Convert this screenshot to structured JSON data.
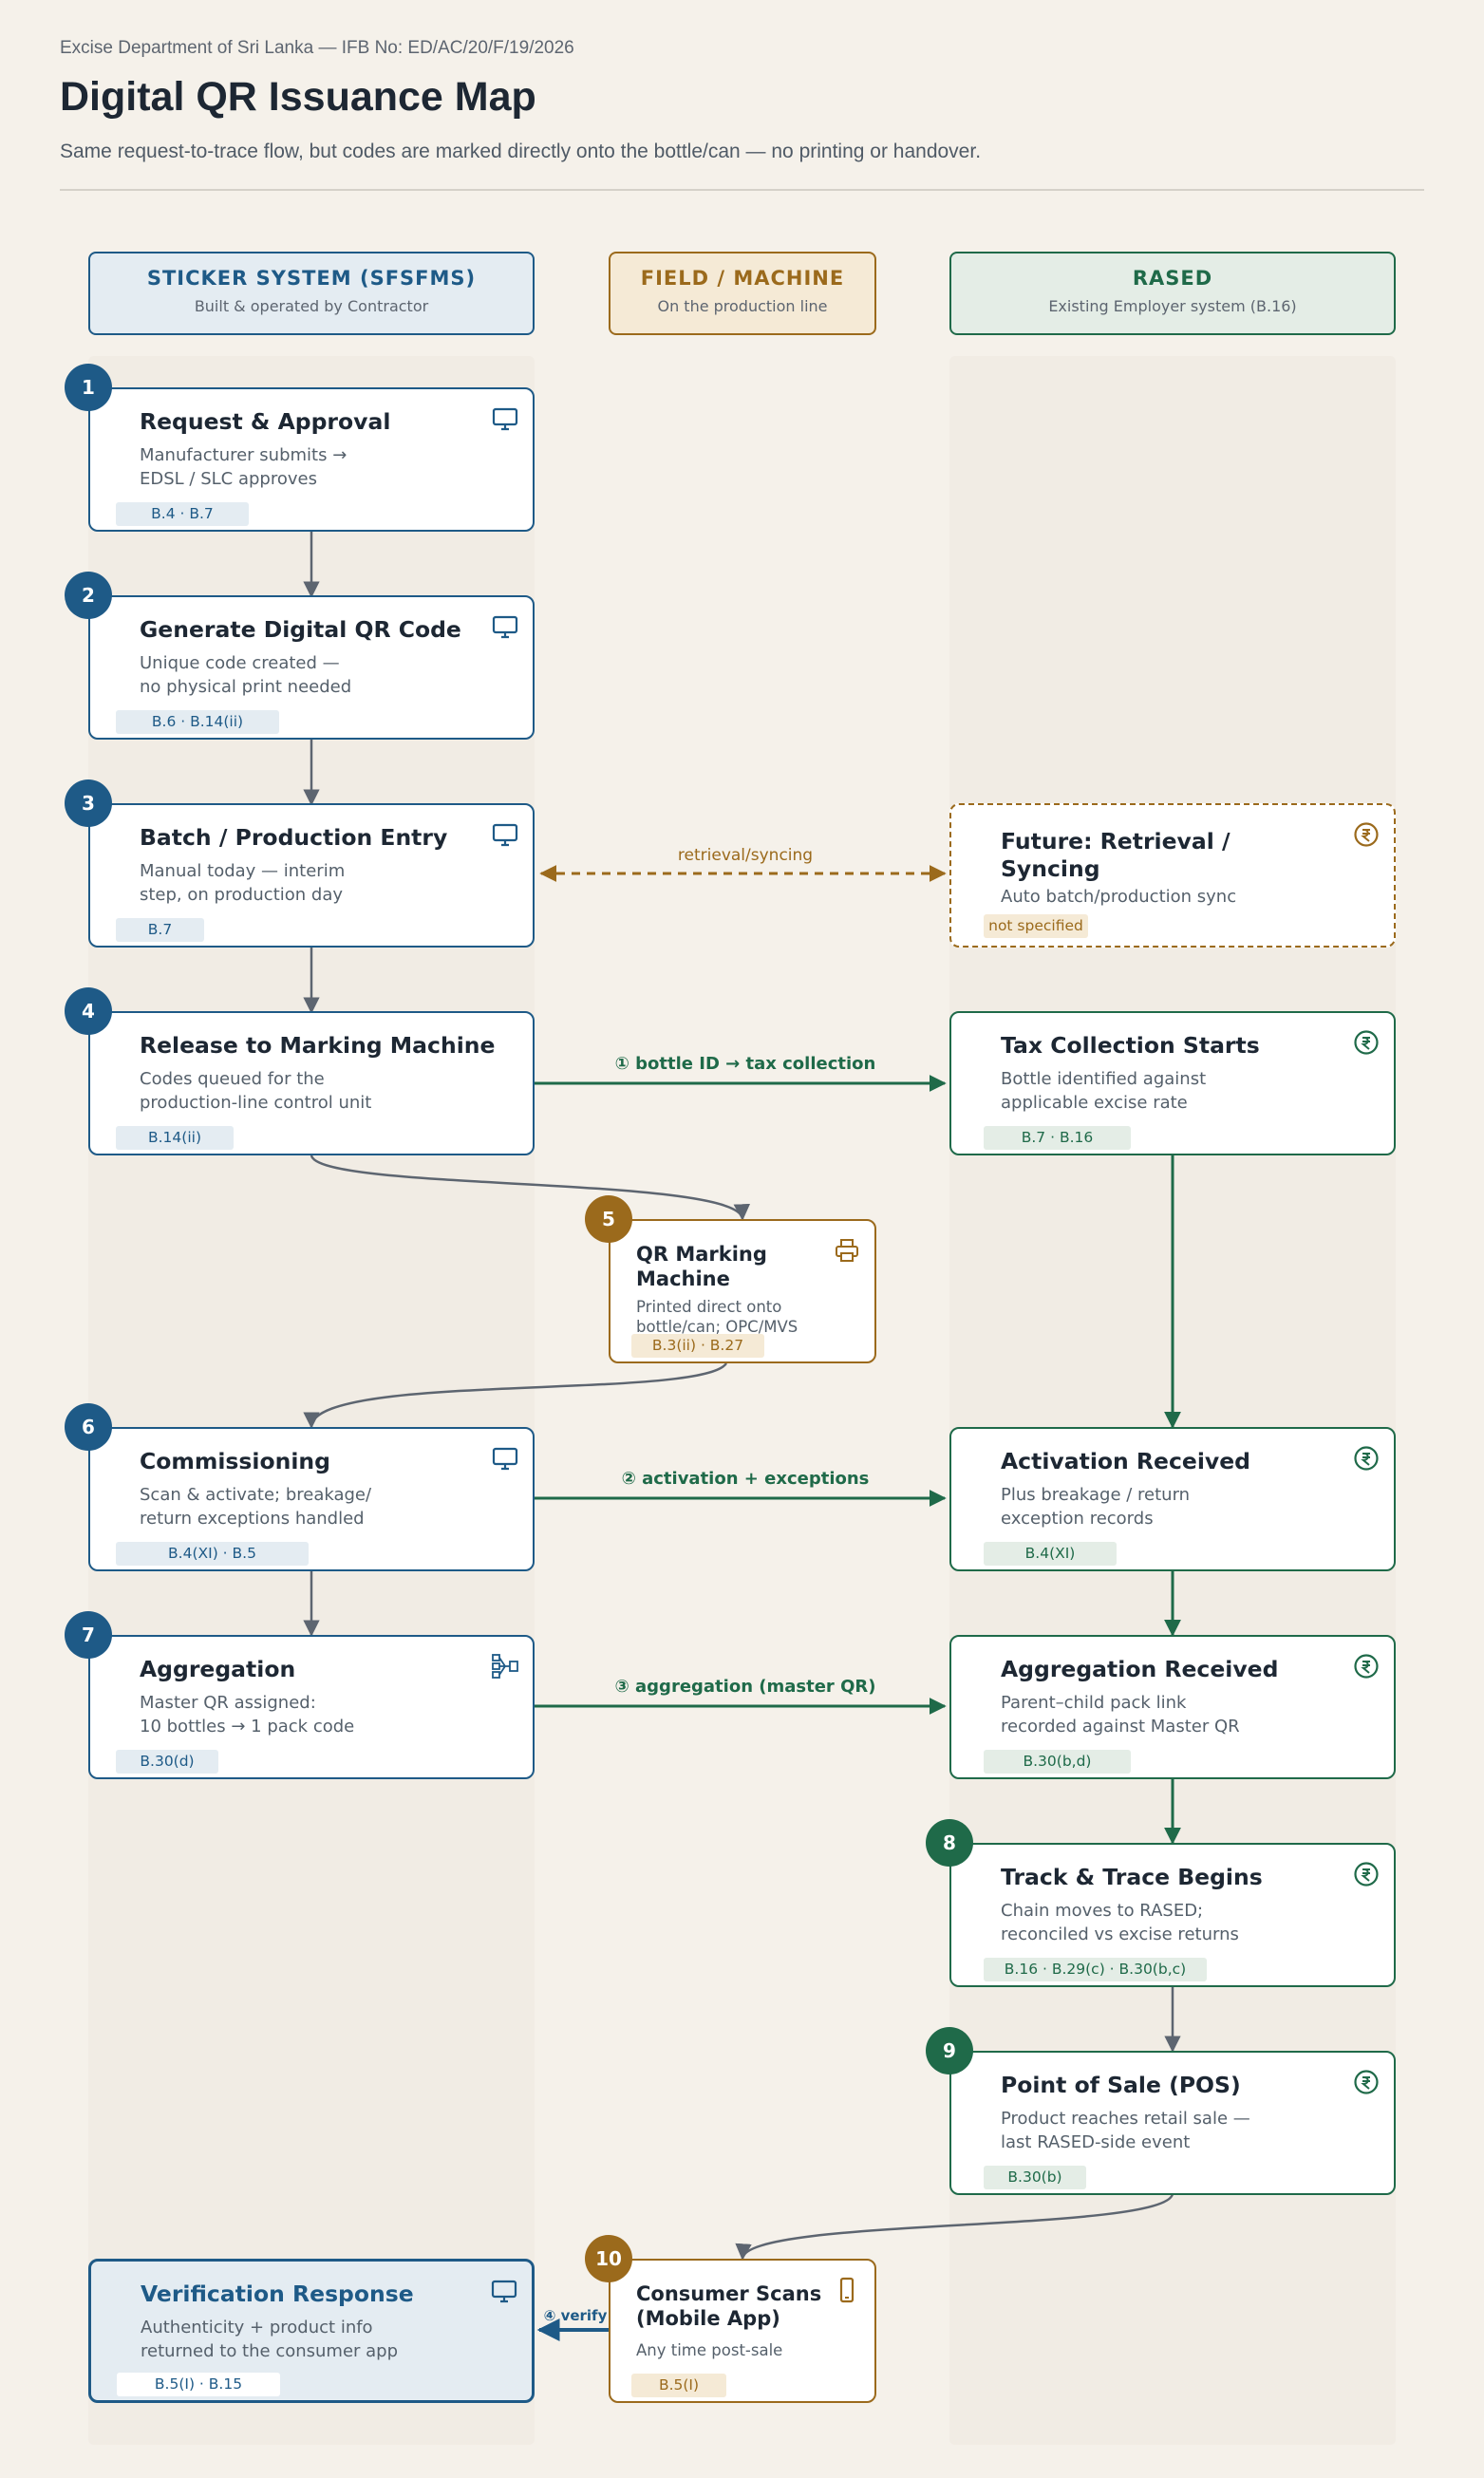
{
  "header": {
    "meta": "Excise Department of Sri Lanka — IFB No: ED/AC/20/F/19/2026",
    "title": "Digital QR Issuance Map",
    "subtitle": "Same request-to-trace flow, but codes are marked directly onto the bottle/can — no printing or handover."
  },
  "lanes": {
    "sticker": {
      "title": "STICKER SYSTEM (SFSFMS)",
      "subtitle": "Built & operated by Contractor",
      "color": "#1e5a87"
    },
    "field": {
      "title": "FIELD / MACHINE",
      "subtitle": "On the production line",
      "color": "#9b6a1c"
    },
    "rased": {
      "title": "RASED",
      "subtitle": "Existing Employer system (B.16)",
      "color": "#1f6a49"
    }
  },
  "nodes": {
    "n1": {
      "num": "1",
      "title": "Request & Approval",
      "desc1": "Manufacturer submits →",
      "desc2": "EDSL / SLC approves",
      "tag": "B.4 · B.7",
      "icon": "monitor-icon"
    },
    "n2": {
      "num": "2",
      "title": "Generate Digital QR Code",
      "desc1": "Unique code created —",
      "desc2": "no physical print needed",
      "tag": "B.6 · B.14(ii)",
      "icon": "monitor-icon"
    },
    "n3": {
      "num": "3",
      "title": "Batch / Production Entry",
      "desc1": "Manual today — interim",
      "desc2": "step, on production day",
      "tag": "B.7",
      "icon": "monitor-icon"
    },
    "future": {
      "title1": "Future: Retrieval /",
      "title2": "Syncing",
      "desc1": "Auto batch/production sync",
      "tag": "not specified",
      "icon": "rupee-coin-icon"
    },
    "n4": {
      "num": "4",
      "title": "Release to Marking Machine",
      "desc1": "Codes queued for the",
      "desc2": "production-line control unit",
      "tag": "B.14(ii)",
      "icon": ""
    },
    "tax": {
      "title": "Tax Collection Starts",
      "desc1": "Bottle identified against",
      "desc2": "applicable excise rate",
      "tag": "B.7 · B.16",
      "icon": "rupee-coin-icon"
    },
    "n5": {
      "num": "5",
      "title1": "QR Marking",
      "title2": "Machine",
      "desc1": "Printed direct onto",
      "desc2": "bottle/can; OPC/MVS",
      "tag": "B.3(ii) · B.27",
      "icon": "printer-icon"
    },
    "n6": {
      "num": "6",
      "title": "Commissioning",
      "desc1": "Scan & activate; breakage/",
      "desc2": "return exceptions handled",
      "tag": "B.4(XI) · B.5",
      "icon": "monitor-icon"
    },
    "activation": {
      "title": "Activation Received",
      "desc1": "Plus breakage / return",
      "desc2": "exception records",
      "tag": "B.4(XI)",
      "icon": "rupee-coin-icon"
    },
    "n7": {
      "num": "7",
      "title": "Aggregation",
      "desc1": "Master QR assigned:",
      "desc2": "10 bottles → 1 pack code",
      "tag": "B.30(d)",
      "icon": "hierarchy-icon"
    },
    "aggrecv": {
      "title": "Aggregation Received",
      "desc1": "Parent–child pack link",
      "desc2": "recorded against Master QR",
      "tag": "B.30(b,d)",
      "icon": "rupee-coin-icon"
    },
    "n8": {
      "num": "8",
      "title": "Track & Trace Begins",
      "desc1": "Chain moves to RASED;",
      "desc2": "reconciled vs excise returns",
      "tag": "B.16 · B.29(c) · B.30(b,c)",
      "icon": "rupee-coin-icon"
    },
    "n9": {
      "num": "9",
      "title": "Point of Sale (POS)",
      "desc1": "Product reaches retail sale —",
      "desc2": "last RASED-side event",
      "tag": "B.30(b)",
      "icon": "rupee-coin-icon"
    },
    "verify": {
      "title": "Verification Response",
      "desc1": "Authenticity + product info",
      "desc2": "returned to the consumer app",
      "tag": "B.5(I) · B.15",
      "icon": "monitor-icon"
    },
    "n10": {
      "num": "10",
      "title1": "Consumer Scans",
      "title2": "(Mobile App)",
      "desc1": "Any time post-sale",
      "tag": "B.5(I)",
      "icon": "mobile-phone-icon"
    }
  },
  "edges": {
    "sync_label": "retrieval/syncing",
    "tax_label": "① bottle ID → tax collection",
    "activation_label": "② activation + exceptions",
    "aggregation_label": "③ aggregation (master QR)",
    "verify_label": "④ verify"
  },
  "colors": {
    "blue": "#1e5a87",
    "gold": "#9b6a1c",
    "green": "#1f6a49",
    "grey": "#5d6570"
  }
}
